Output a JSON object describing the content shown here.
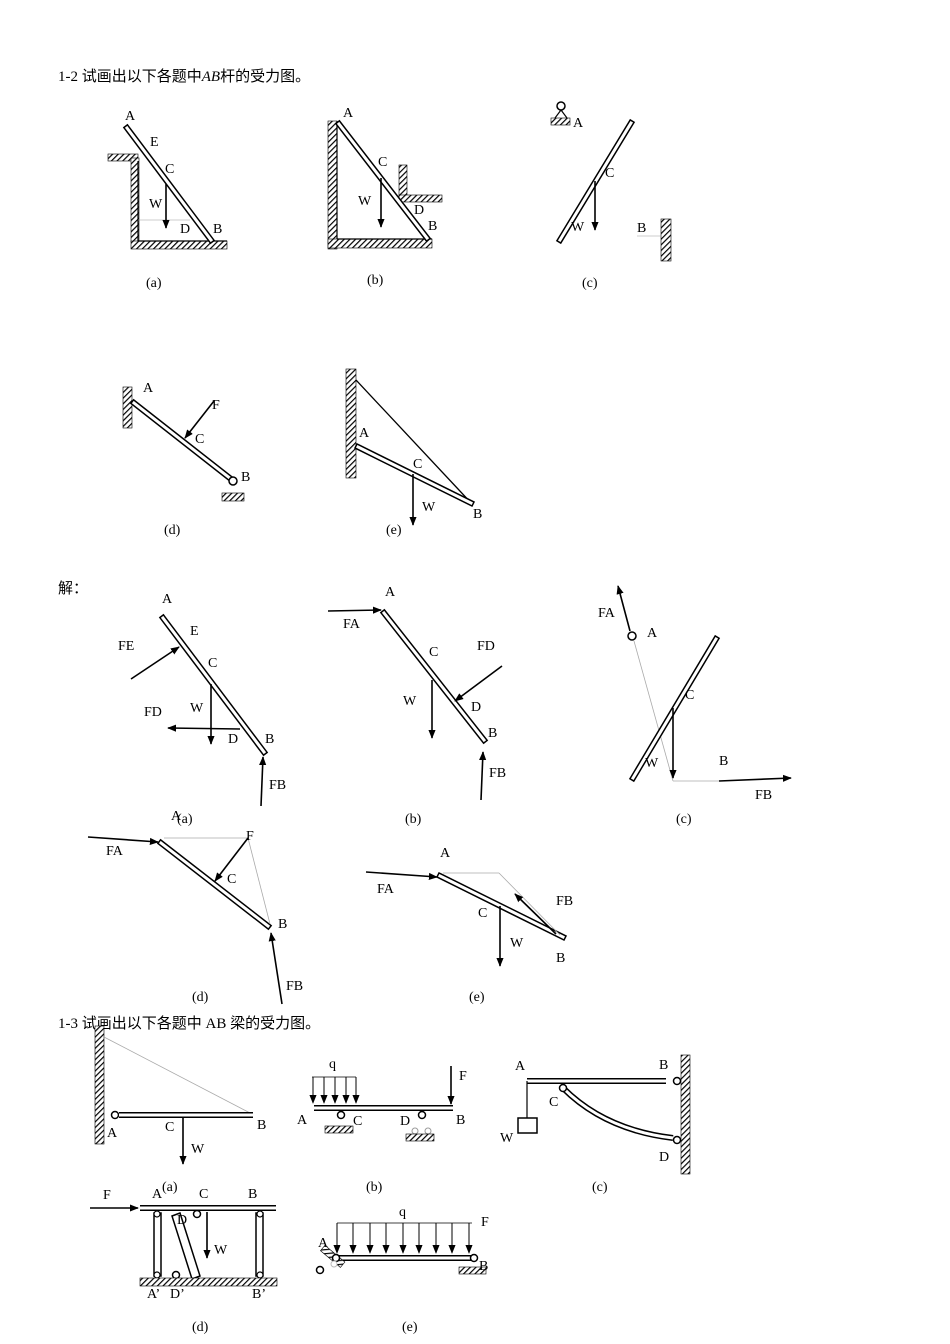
{
  "problem_1_2": {
    "number": "1-2",
    "text_before": " 试画出以下各题中",
    "emph": "AB",
    "text_after": "杆的受力图。"
  },
  "solution_label": "解：",
  "problem_1_3": {
    "number": "1-3",
    "text": " 试画出以下各题中 AB 梁的受力图。"
  },
  "captions": {
    "a": "(a)",
    "b": "(b)",
    "c": "(c)",
    "d": "(d)",
    "e": "(e)"
  },
  "labels": {
    "A": "A",
    "B": "B",
    "C": "C",
    "D": "D",
    "E": "E",
    "F": "F",
    "W": "W",
    "q": "q",
    "A_prime": "A’",
    "D_prime": "D’",
    "B_prime": "B’"
  },
  "force": {
    "prefix": "F",
    "A": "A",
    "B": "B",
    "D": "D",
    "E": "E"
  }
}
